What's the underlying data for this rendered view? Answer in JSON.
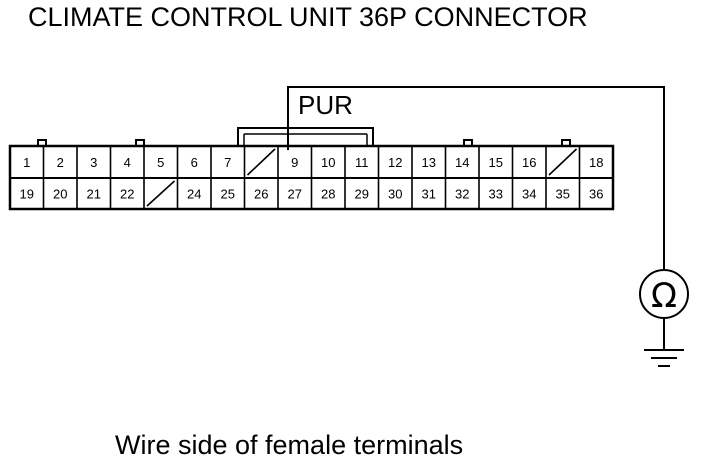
{
  "diagram": {
    "title": "CLIMATE CONTROL UNIT 36P CONNECTOR",
    "caption": "Wire side of female terminals",
    "wire_label": "PUR",
    "meter_symbol": "ohm-meter-icon",
    "meter_glyph": "Ω",
    "connector": {
      "top_row": [
        "1",
        "2",
        "3",
        "4",
        "5",
        "6",
        "7",
        "",
        "9",
        "10",
        "11",
        "12",
        "13",
        "14",
        "15",
        "16",
        "",
        "18"
      ],
      "bottom_row": [
        "19",
        "20",
        "21",
        "22",
        "",
        "24",
        "25",
        "26",
        "27",
        "28",
        "29",
        "30",
        "31",
        "32",
        "33",
        "34",
        "35",
        "36"
      ],
      "probed_pin": "9"
    }
  }
}
